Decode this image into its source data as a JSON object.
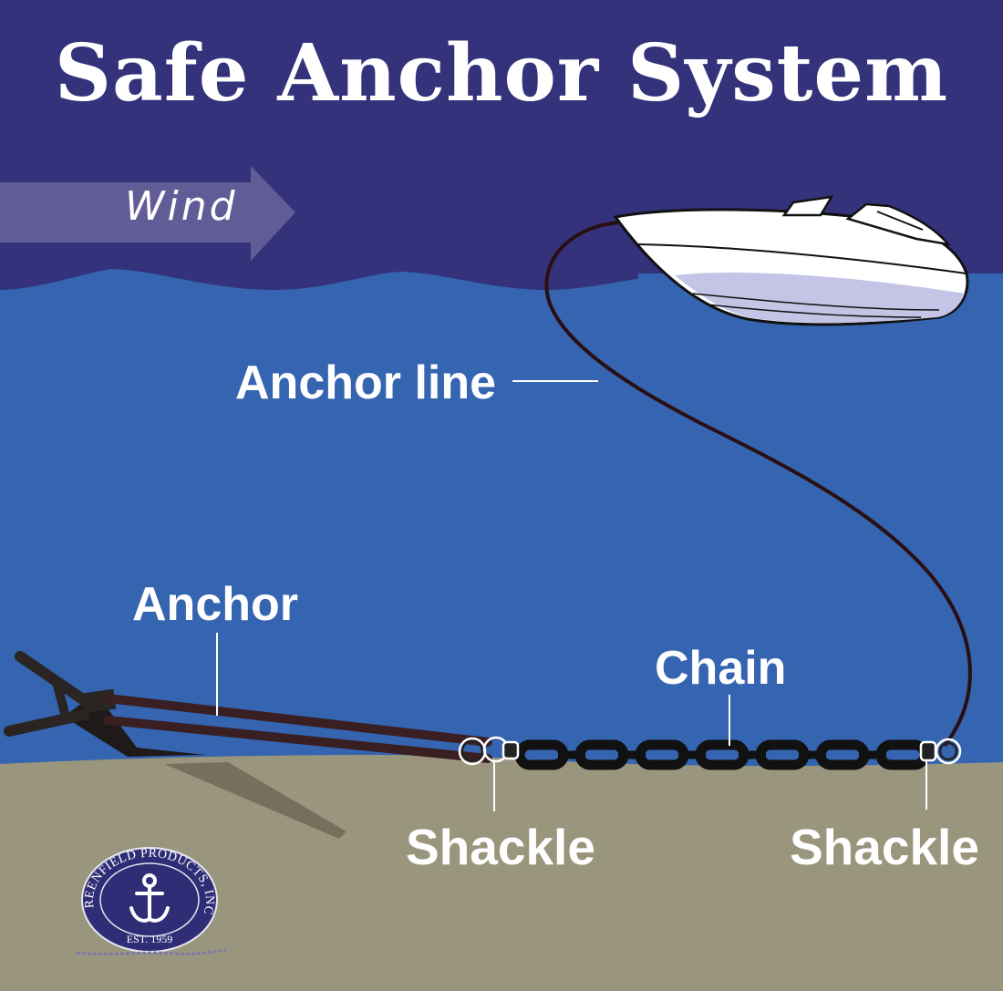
{
  "title": "Safe Anchor System",
  "wind_label": "Wind",
  "labels": {
    "anchor_line": "Anchor line",
    "anchor": "Anchor",
    "chain": "Chain",
    "shackle_left": "Shackle",
    "shackle_right": "Shackle"
  },
  "logo": {
    "company": "GREENFIELD PRODUCTS, INC.",
    "established": "EST. 1959"
  },
  "colors": {
    "sky": "#33327a",
    "water": "#3564b0",
    "seabed": "#9a967e",
    "wind_arrow": "#625c96",
    "rope": "#2a0f12",
    "chain": "#111111",
    "boat": "#ffffff",
    "boat_hull_shade": "#c3c4e6",
    "logo": "#2f2d76"
  },
  "icons": [
    "wind-arrow-icon",
    "boat-icon",
    "anchor-icon",
    "chain-icon",
    "shackle-icon",
    "logo-anchor-icon"
  ]
}
